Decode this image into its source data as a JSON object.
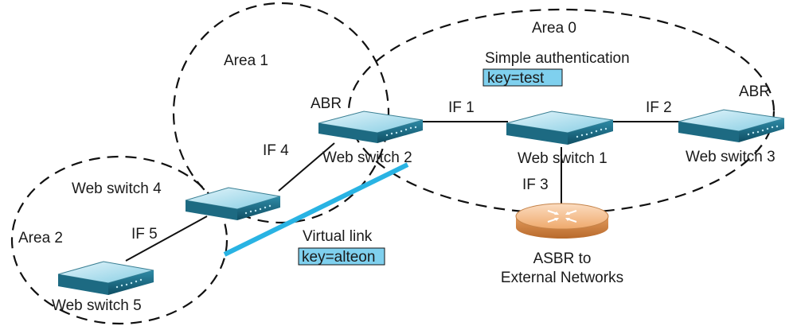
{
  "areas": [
    {
      "id": "area-0",
      "label": "Area 0"
    },
    {
      "id": "area-1",
      "label": "Area 1"
    },
    {
      "id": "area-2",
      "label": "Area 2"
    }
  ],
  "nodes": {
    "ws1": {
      "label": "Web switch 1"
    },
    "ws2": {
      "label": "Web switch 2",
      "role": "ABR"
    },
    "ws3": {
      "label": "Web switch 3",
      "role": "ABR"
    },
    "ws4": {
      "label": "Web switch 4"
    },
    "ws5": {
      "label": "Web switch 5"
    },
    "asbr": {
      "label_line1": "ASBR to",
      "label_line2": "External Networks"
    }
  },
  "interfaces": {
    "if1": "IF 1",
    "if2": "IF 2",
    "if3": "IF 3",
    "if4": "IF 4",
    "if5": "IF 5"
  },
  "annotations": {
    "simple_auth": "Simple authentication",
    "area0_key": "key=test",
    "virtual_link": "Virtual link",
    "virtual_key": "key=alteon"
  },
  "colors": {
    "key_box": "#7fd0ee",
    "virtual_link": "#29b3e3",
    "switch_top": "#a8dcec",
    "router": "#f2b77c"
  }
}
